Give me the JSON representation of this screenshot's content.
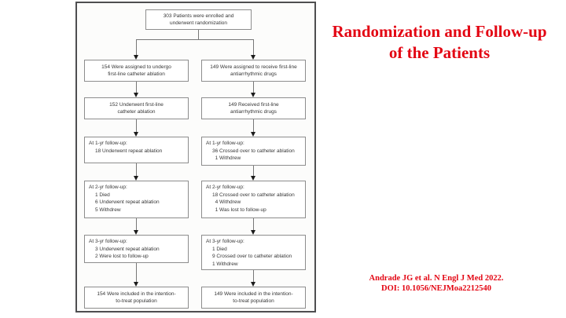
{
  "title": {
    "line1": "Randomization and Follow-up",
    "line2": "of the Patients"
  },
  "citation": {
    "line1": "Andrade JG et al. N Engl J Med 2022.",
    "line2": "DOI: 10.1056/NEJMoa2212540"
  },
  "colors": {
    "title_red": "#e30613",
    "panel_border": "#4e4e50",
    "box_border": "#8d8d8d",
    "connector_gray": "#777777",
    "arrowhead_black": "#1b1b1b"
  },
  "flowchart": {
    "enrollment": {
      "lines": [
        "303 Patients were enrolled and",
        "underwent randomization"
      ]
    },
    "left": [
      {
        "lines": [
          "154 Were assigned to undergo",
          "first-line catheter ablation"
        ]
      },
      {
        "lines": [
          "152 Underwent first-line",
          "catheter ablation"
        ]
      },
      {
        "heading": "At 1-yr follow-up:",
        "details": [
          "18 Underwent repeat ablation"
        ]
      },
      {
        "heading": "At 2-yr follow-up:",
        "details": [
          "1 Died",
          "6 Underwent repeat ablation",
          "5 Withdrew"
        ]
      },
      {
        "heading": "At 3-yr follow-up:",
        "details": [
          "3 Underwent repeat ablation",
          "2 Were lost to follow-up"
        ]
      },
      {
        "lines": [
          "154 Were included in the intention-",
          "to-treat population"
        ]
      }
    ],
    "right": [
      {
        "lines": [
          "149 Were assigned to receive first-line",
          "antiarrhythmic drugs"
        ]
      },
      {
        "lines": [
          "149 Received first-line",
          "antiarrhythmic drugs"
        ]
      },
      {
        "heading": "At 1-yr follow-up:",
        "details": [
          "36 Crossed over to catheter ablation",
          "  1 Withdrew"
        ]
      },
      {
        "heading": "At 2-yr follow-up:",
        "details": [
          "18 Crossed over to catheter ablation",
          "  4 Withdrew",
          "  1 Was lost to follow-up"
        ]
      },
      {
        "heading": "At 3-yr follow-up:",
        "details": [
          "1 Died",
          "9 Crossed over to catheter ablation",
          "1 Withdrew"
        ]
      },
      {
        "lines": [
          "149 Were included in the intention-",
          "to-treat population"
        ]
      }
    ]
  }
}
